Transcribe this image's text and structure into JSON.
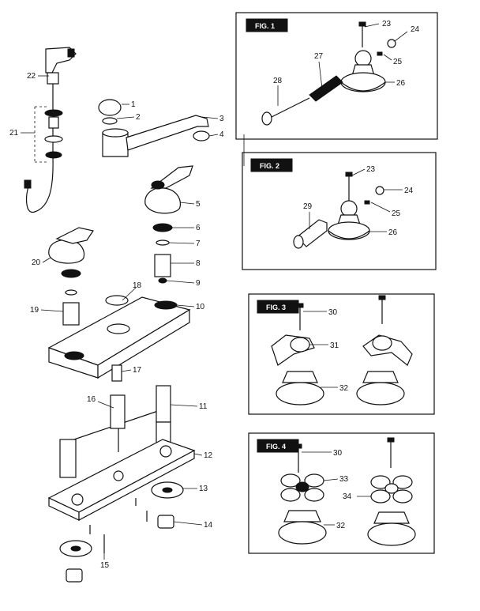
{
  "colors": {
    "ink": "#111111",
    "paper": "#ffffff"
  },
  "figures": [
    {
      "title": "FIG. 1"
    },
    {
      "title": "FIG. 2"
    },
    {
      "title": "FIG. 3"
    },
    {
      "title": "FIG. 4"
    }
  ],
  "main": {
    "labels": [
      "1",
      "2",
      "3",
      "4",
      "5",
      "6",
      "7",
      "8",
      "9",
      "10",
      "11",
      "12",
      "13",
      "14",
      "15",
      "16",
      "17",
      "18",
      "19",
      "20",
      "21",
      "22"
    ]
  },
  "fig1": {
    "labels": [
      "23",
      "24",
      "25",
      "26",
      "27",
      "28"
    ]
  },
  "fig2": {
    "labels": [
      "23",
      "24",
      "25",
      "26",
      "29"
    ]
  },
  "fig3": {
    "labels": [
      "30",
      "31",
      "32"
    ]
  },
  "fig4": {
    "labels": [
      "30",
      "33",
      "34",
      "32"
    ]
  }
}
